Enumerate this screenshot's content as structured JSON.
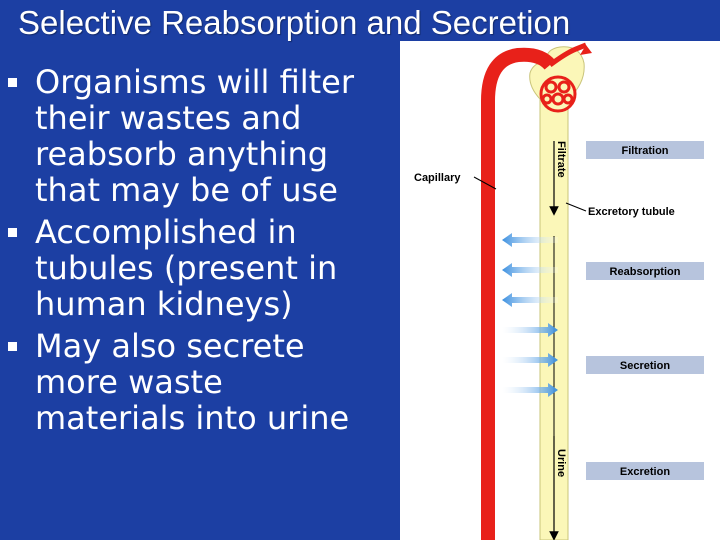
{
  "slide": {
    "title": "Selective Reabsorption and Secretion",
    "bullets": [
      {
        "lines": [
          "Organisms will filter",
          "their wastes and",
          "reabsorb anything",
          "that may be of use"
        ]
      },
      {
        "lines": [
          "Accomplished in",
          "tubules (present in",
          "human kidneys)"
        ]
      },
      {
        "lines": [
          "May also secrete",
          "more waste",
          "materials into urine"
        ]
      }
    ]
  },
  "diagram": {
    "labels": {
      "capillary": "Capillary",
      "excretory_tubule": "Excretory tubule",
      "filtrate": "Filtrate",
      "urine": "Urine"
    },
    "stages": [
      "Filtration",
      "Reabsorption",
      "Secretion",
      "Excretion"
    ],
    "colors": {
      "background": "#1c3fa3",
      "capillary_red": "#e8211a",
      "tubule_yellow": "#fbf7b8",
      "stage_box": "#b7c4dd",
      "arrow_blue": "#3a8fe0"
    }
  }
}
